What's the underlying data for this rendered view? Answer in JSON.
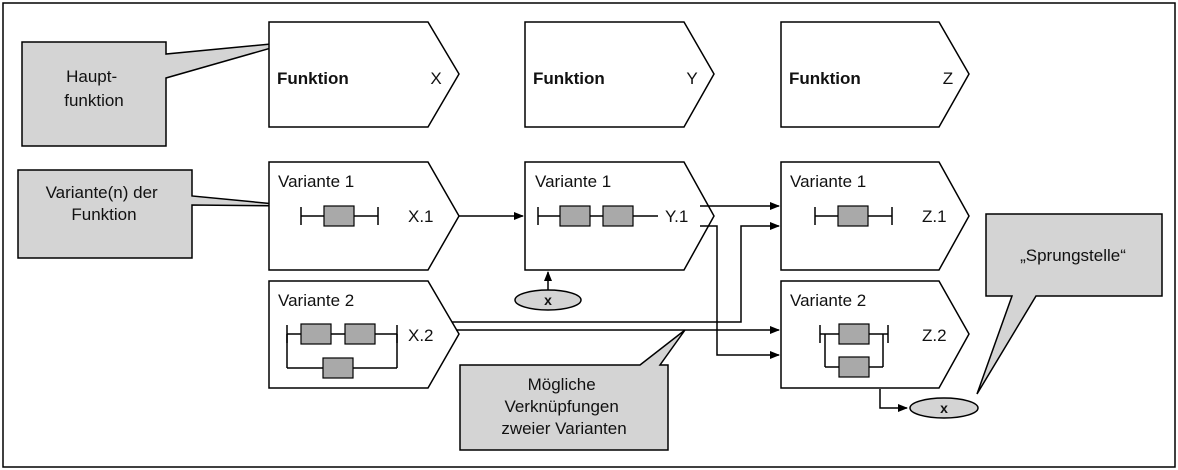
{
  "callouts": {
    "main_function": "Haupt-|funktion",
    "variants_of_function": "Variante(n) der|Funktion",
    "possible_links": "Mögliche|Verknüpfungen|zweier Varianten",
    "jump_point": "„Sprungstelle“"
  },
  "functions": [
    {
      "label": "Funktion",
      "id": "X"
    },
    {
      "label": "Funktion",
      "id": "Y"
    },
    {
      "label": "Funktion",
      "id": "Z"
    }
  ],
  "variants": {
    "x1": {
      "label": "Variante 1",
      "code": "X.1"
    },
    "x2": {
      "label": "Variante 2",
      "code": "X.2"
    },
    "y1": {
      "label": "Variante 1",
      "code": "Y.1"
    },
    "z1": {
      "label": "Variante 1",
      "code": "Z.1"
    },
    "z2": {
      "label": "Variante 2",
      "code": "Z.2"
    }
  },
  "jump_marker": "x"
}
